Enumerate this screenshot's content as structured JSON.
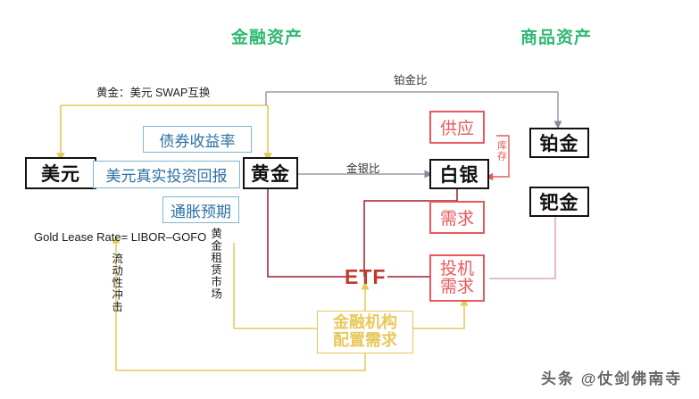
{
  "headers": {
    "financial_assets": "金融资产",
    "commodity_assets": "商品资产",
    "color": "#2eb872"
  },
  "nodes": {
    "usd": "美元",
    "gold": "黄金",
    "silver": "白银",
    "platinum": "铂金",
    "palladium": "钯金",
    "etf": "ETF",
    "bond_yield": "债券收益率",
    "real_return": "美元真实投资回报",
    "inflation_expect": "通胀预期",
    "supply": "供应",
    "demand": "需求",
    "speculative_demand_l1": "投机",
    "speculative_demand_l2": "需求",
    "institution_demand_l1": "金融机构",
    "institution_demand_l2": "配置需求"
  },
  "edge_labels": {
    "swap": "黄金：美元 SWAP互换",
    "platinum_ratio": "铂金比",
    "gold_silver_ratio": "金银比",
    "inventory": "库存",
    "liquidity_shock": "流动性冲击",
    "gold_lease_market": "黄金租赁市场",
    "lease_rate_formula": "Gold Lease Rate= LIBOR–GOFO"
  },
  "watermark": "头条 @仗剑佛南寺",
  "colors": {
    "black_node_border": "#111111",
    "blue_node": "#2d6fa3",
    "red_node": "#e8595b",
    "yellow_node": "#e8c95c",
    "gray_wire": "#9a9aa8",
    "red_wire": "#a01c2e",
    "pink_wire": "#e3a6ad",
    "yellow_wire": "#e3c85a",
    "header_green": "#2eb872"
  }
}
